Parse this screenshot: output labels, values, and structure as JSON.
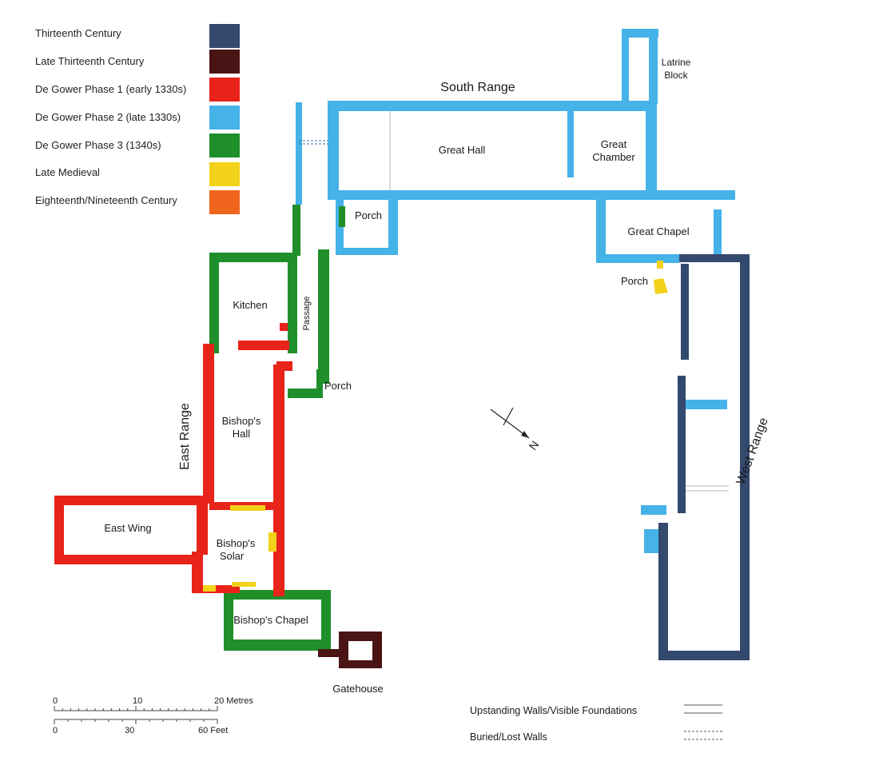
{
  "legend": {
    "items": [
      {
        "label": "Thirteenth Century",
        "color": "#34496e"
      },
      {
        "label": "Late Thirteenth Century",
        "color": "#4a1414"
      },
      {
        "label": "De Gower Phase 1 (early 1330s)",
        "color": "#e8231a"
      },
      {
        "label": "De Gower Phase 2 (late 1330s)",
        "color": "#45b2e8"
      },
      {
        "label": "De Gower Phase 3 (1340s)",
        "color": "#1f8f2a"
      },
      {
        "label": "Late Medieval",
        "color": "#f2d21a"
      },
      {
        "label": "Eighteenth/Nineteenth Century",
        "color": "#f0651d"
      }
    ]
  },
  "ranges": {
    "south": "South Range",
    "east": "East Range",
    "west": "West Range"
  },
  "rooms": {
    "great_hall": "Great Hall",
    "great_chamber": [
      "Great",
      "Chamber"
    ],
    "latrine_block": [
      "Latrine",
      "Block"
    ],
    "great_chapel": "Great Chapel",
    "porch_south": "Porch",
    "porch_west": "Porch",
    "porch_east": "Porch",
    "kitchen": "Kitchen",
    "passage": "Passage",
    "bishops_hall": [
      "Bishop's",
      "Hall"
    ],
    "east_wing": "East Wing",
    "bishops_solar": [
      "Bishop's",
      "Solar"
    ],
    "bishops_chapel": "Bishop's Chapel",
    "gatehouse": "Gatehouse"
  },
  "north_arrow": "N",
  "scale": {
    "metres": [
      "0",
      "10",
      "20 Metres"
    ],
    "feet": [
      "0",
      "30",
      "60 Feet"
    ]
  },
  "key": {
    "upstanding": "Upstanding Walls/Visible Foundations",
    "buried": "Buried/Lost Walls"
  }
}
